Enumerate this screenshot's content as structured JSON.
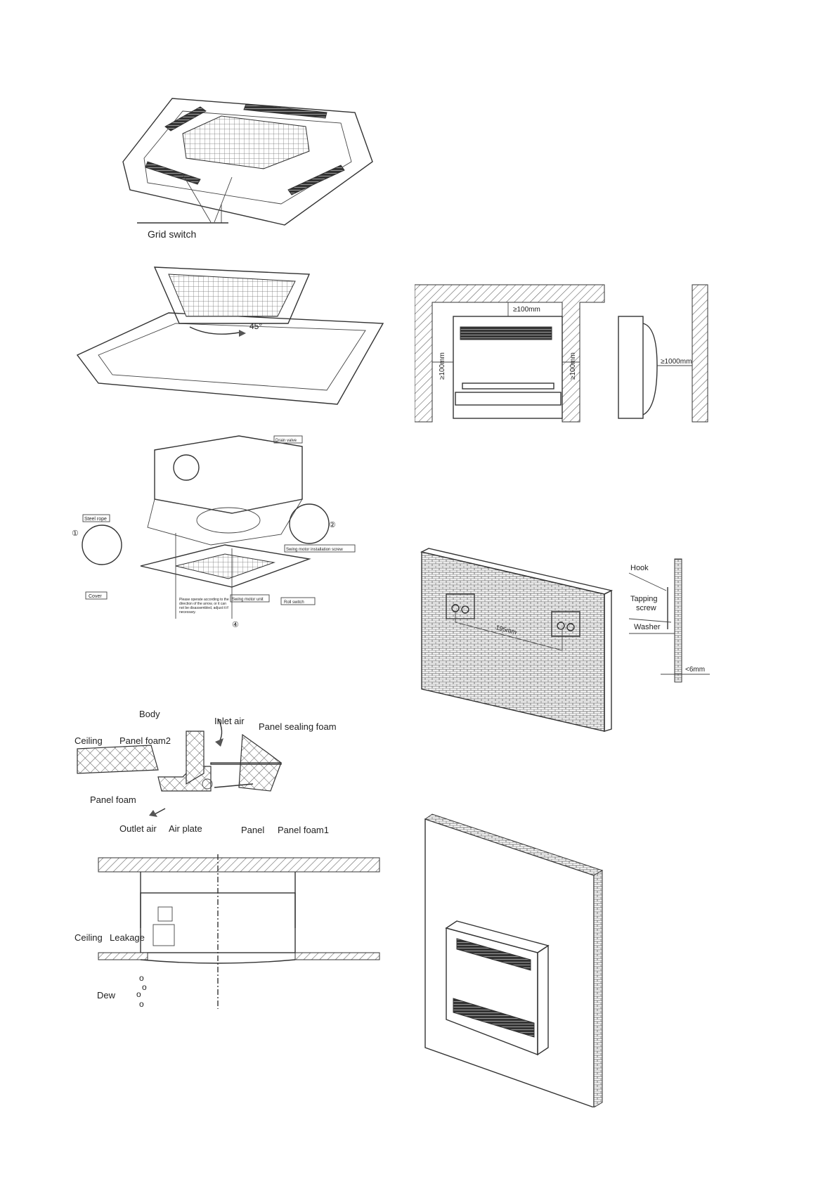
{
  "cassette_grille": {
    "grid_switch_label": "Grid switch"
  },
  "cassette_open": {
    "angle_label": "45°"
  },
  "cassette_install": {
    "steel_rope": "Steel rope",
    "cover": "Cover",
    "circle_1": "①",
    "circle_2": "②",
    "circle_4": "④",
    "drain_valve": "Drain valve",
    "swing_motor_screw": "Swing motor installation screw",
    "swing_motor_unit": "Swing motor unit",
    "roll_switch": "Roll switch",
    "notes": "Please operate according to the direction of the arrow, or it can not be disassembled, adjust it if necessary."
  },
  "seal_section": {
    "body": "Body",
    "inlet_air": "Inlet air",
    "panel_sealing_foam": "Panel sealing foam",
    "ceiling": "Ceiling",
    "panel_foam2": "Panel foam2",
    "panel_foam": "Panel foam",
    "outlet_air": "Outlet air",
    "air_plate": "Air plate",
    "panel": "Panel",
    "panel_foam1": "Panel foam1"
  },
  "leak_view": {
    "ceiling": "Ceiling",
    "leakage": "Leakage",
    "dew": "Dew"
  },
  "clearance": {
    "top": "≥100mm",
    "left": "≥100mm",
    "right": "≥100mm",
    "front": "≥1000mm"
  },
  "wall_mount": {
    "spacing": "195mm",
    "hook": "Hook",
    "tapping_screw_1": "Tapping",
    "tapping_screw_2": "screw",
    "washer": "Washer",
    "gap": "<6mm"
  }
}
